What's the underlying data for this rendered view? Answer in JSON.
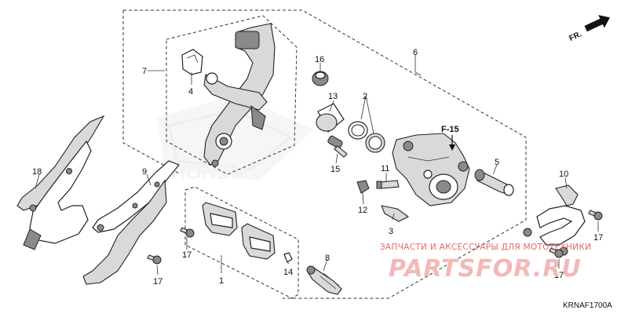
{
  "watermark": {
    "caption": "ЗАПЧАСТИ И АКСЕССУАРЫ ДЛЯ МОТОТЕХНИКИ",
    "brand": "PARTSFOR.RU",
    "logo_text": "HONDA"
  },
  "direction_label": "FR.",
  "reference_label": "F-15",
  "diagram_code": "KRNAF1700A",
  "callouts": {
    "c1": "1",
    "c2": "2",
    "c3": "3",
    "c4": "4",
    "c5": "5",
    "c6": "6",
    "c7": "7",
    "c8": "8",
    "c9": "9",
    "c10": "10",
    "c11": "11",
    "c12": "12",
    "c13": "13",
    "c14": "14",
    "c15": "15",
    "c16": "16",
    "c17a": "17",
    "c17b": "17",
    "c17c": "17",
    "c17d": "17",
    "c18": "18"
  }
}
